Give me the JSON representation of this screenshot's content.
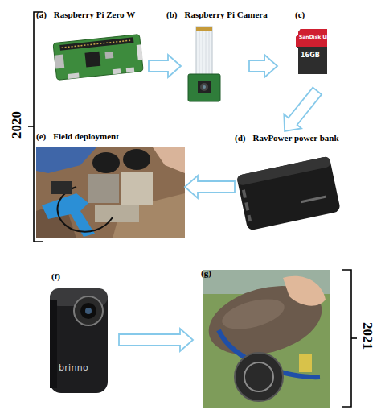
{
  "diagram": {
    "nodes": [
      {
        "text": [
          "(a)",
          "Raspberry Pi Zero W"
        ]
      },
      {
        "text": [
          "(b)",
          "Raspberry Pi Camera"
        ]
      },
      {
        "text": [
          "(c)"
        ]
      },
      {
        "text": [
          "(d)",
          "RavPower power bank"
        ]
      },
      {
        "text": [
          "(e)",
          "Field deployment"
        ]
      },
      {
        "text": [
          "(f)"
        ]
      },
      {
        "text": [
          "(g)"
        ]
      }
    ],
    "edges": [
      {
        "from": 0,
        "to": 1,
        "arrow": "to"
      },
      {
        "from": 1,
        "to": 2,
        "arrow": "to"
      },
      {
        "from": 2,
        "to": 3,
        "arrow": "to"
      },
      {
        "from": 3,
        "to": 4,
        "arrow": "to"
      },
      {
        "from": 5,
        "to": 6,
        "arrow": "to"
      }
    ],
    "labels": [
      "2020",
      "2021",
      "SanDisk Ultra",
      "16GB",
      "brinno"
    ]
  }
}
